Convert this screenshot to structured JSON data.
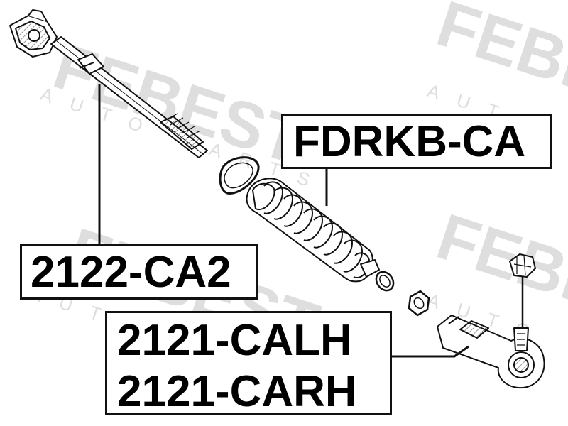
{
  "watermark": {
    "brand": "FEBEST",
    "tagline": "AUTO PARTS",
    "color": "#d4d4d4"
  },
  "labels": {
    "boot": "FDRKB-CA",
    "inner_rod": "2122-CA2",
    "tie_rod_end_left": "2121-CALH",
    "tie_rod_end_right": "2121-CARH"
  },
  "colors": {
    "line": "#111111",
    "background": "#ffffff"
  }
}
